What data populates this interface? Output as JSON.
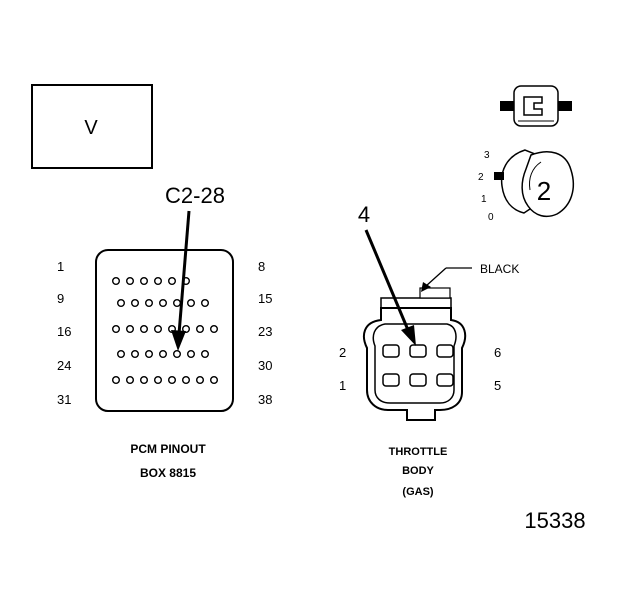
{
  "view_box_label": "V",
  "callouts": {
    "pcm_pin": "C2-28",
    "throttle_pin": "4",
    "wire_color": "BLACK"
  },
  "pcm": {
    "title_line1": "PCM PINOUT",
    "title_line2": "BOX 8815",
    "row_labels_left": [
      "1",
      "9",
      "16",
      "24",
      "31"
    ],
    "row_labels_right": [
      "8",
      "15",
      "23",
      "30",
      "38"
    ]
  },
  "throttle_body": {
    "title_line1": "THROTTLE",
    "title_line2": "BODY",
    "title_line3": "(GAS)",
    "pin_labels": {
      "top_left": "2",
      "bottom_left": "1",
      "top_right": "6",
      "bottom_right": "5"
    }
  },
  "rotation_icon": {
    "scale_labels": [
      "3",
      "2",
      "1",
      "0"
    ],
    "step_number": "2"
  },
  "figure_number": "15338",
  "colors": {
    "line": "#000000",
    "background": "#ffffff"
  }
}
